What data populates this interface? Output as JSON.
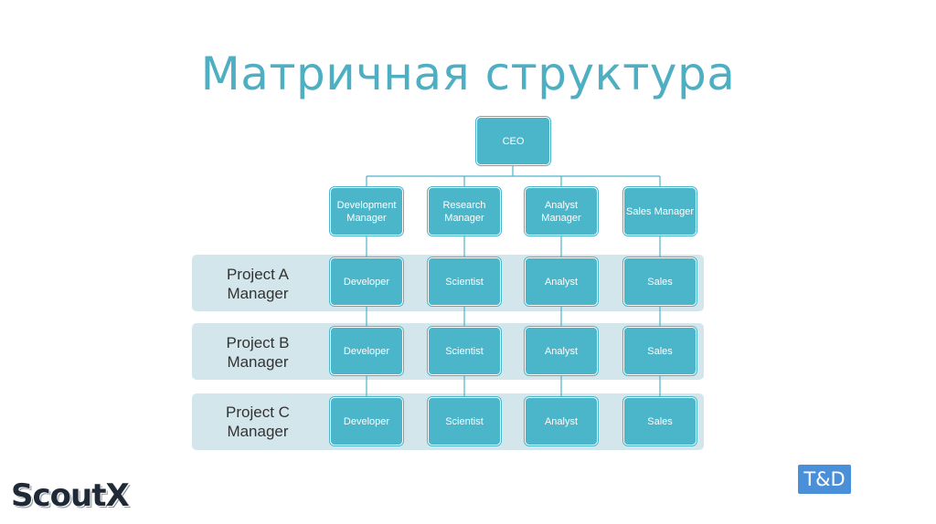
{
  "title": "Матричная структура",
  "ceo": "CEO",
  "managers": [
    "Development Manager",
    "Research Manager",
    "Analyst Manager",
    "Sales Manager"
  ],
  "projects": [
    {
      "label_line1": "Project A",
      "label_line2": "Manager"
    },
    {
      "label_line1": "Project B",
      "label_line2": "Manager"
    },
    {
      "label_line1": "Project C",
      "label_line2": "Manager"
    }
  ],
  "roles": [
    "Developer",
    "Scientist",
    "Analyst",
    "Sales"
  ],
  "logos": {
    "scoutx": "ScoutX",
    "td": "T&D"
  },
  "colors": {
    "title": "#4fafc2",
    "node": "#4bb5c9",
    "band": "#d3e6ec",
    "line": "#4bb5c9"
  }
}
